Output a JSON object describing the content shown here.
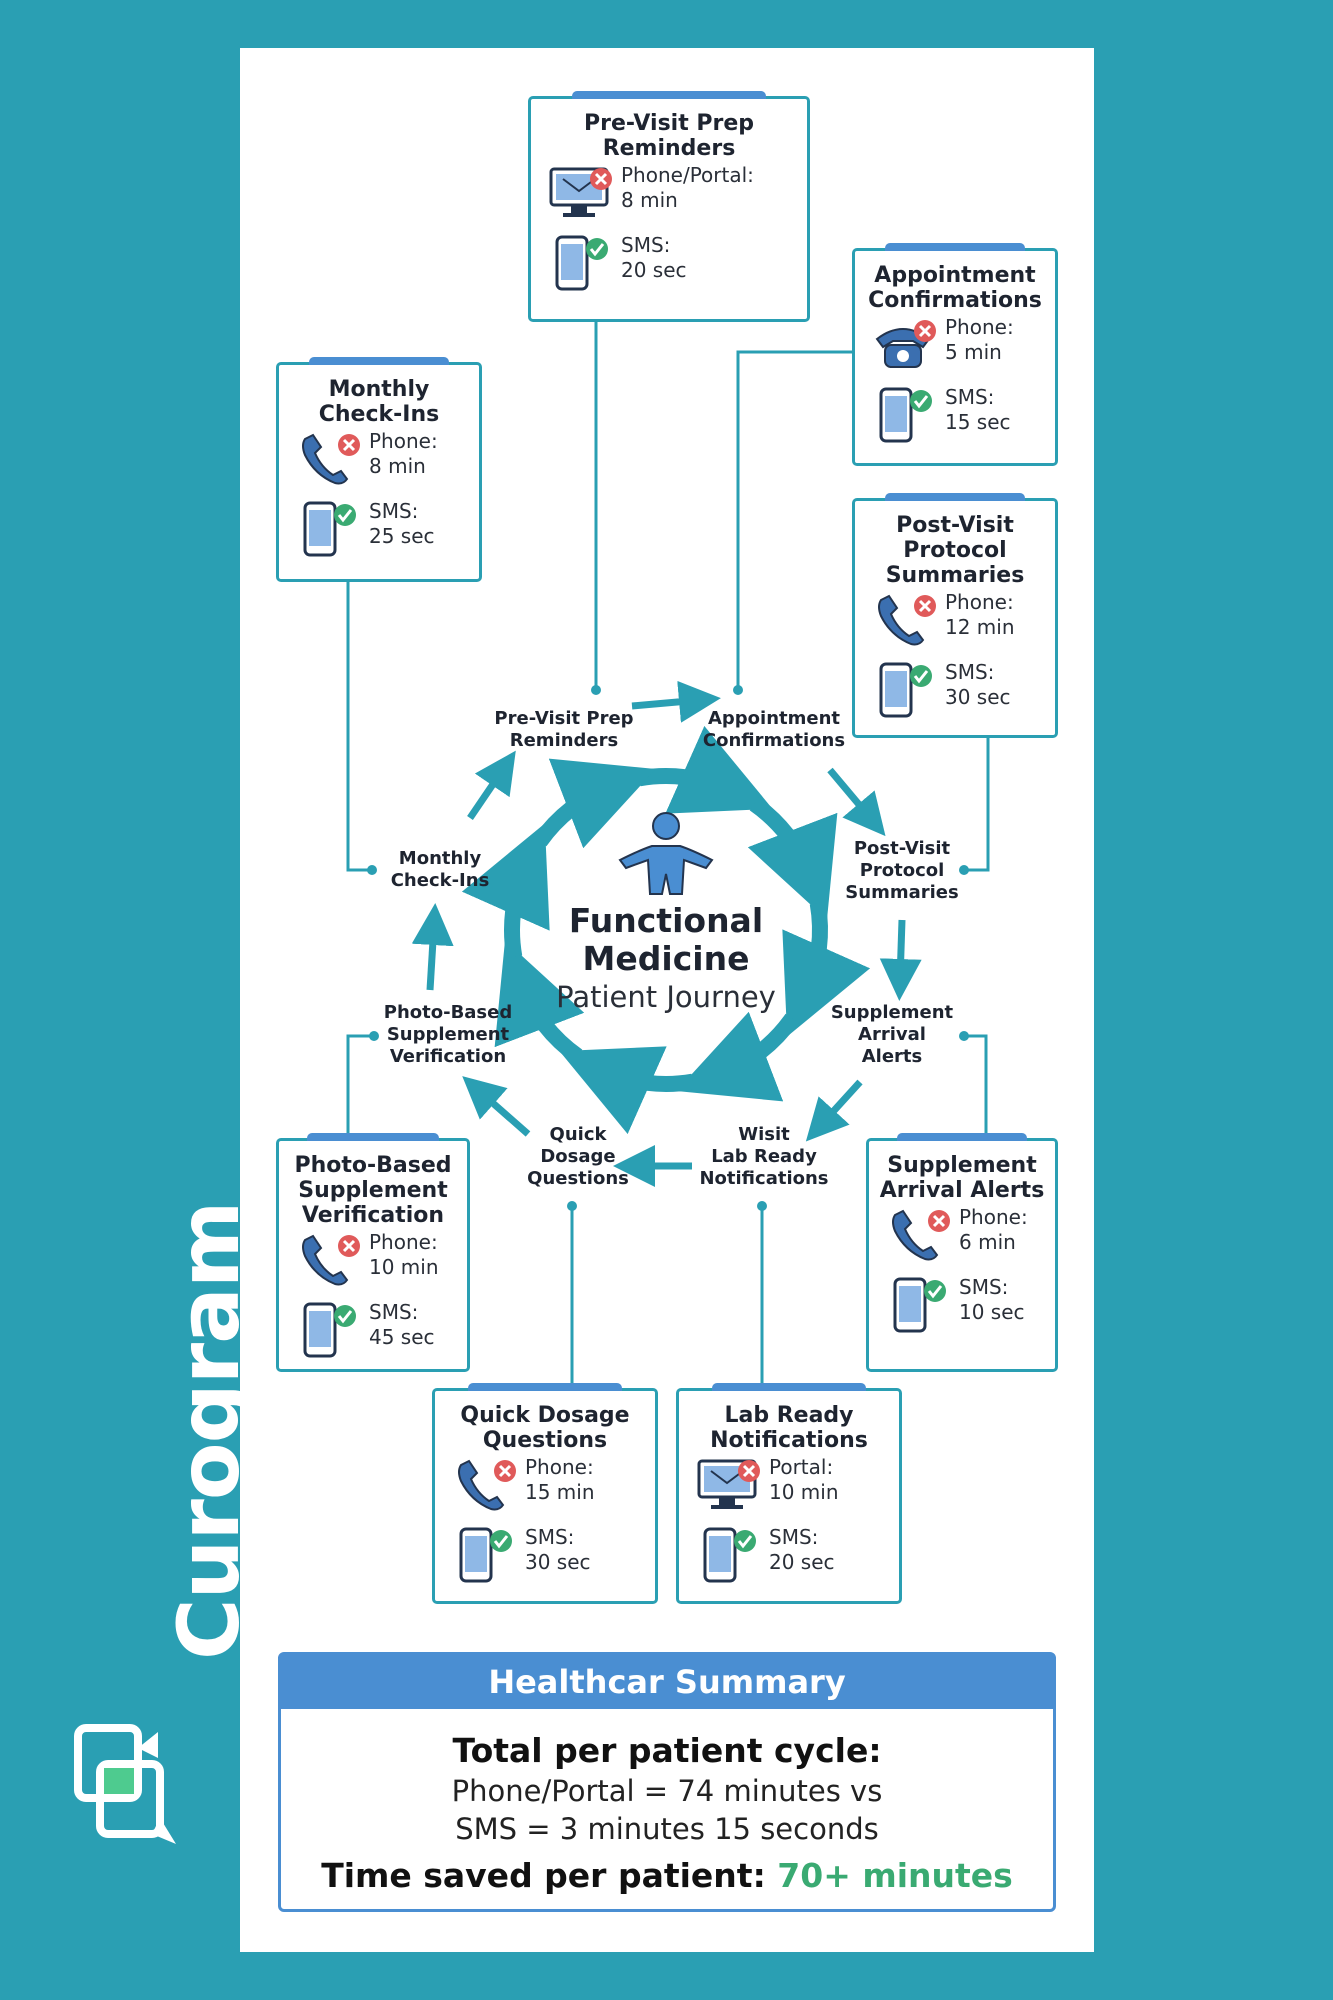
{
  "brand": {
    "name": "Curogram",
    "logo_icon": "chat-bubbles-icon"
  },
  "center": {
    "title": "Functional\nMedicine",
    "subtitle": "Patient Journey",
    "icon": "person-icon"
  },
  "cards": [
    {
      "key": "previsit",
      "title": "Pre-Visit Prep Reminders",
      "rows": [
        {
          "icon": "computer-icon",
          "status": "fail",
          "text": "Phone/Portal:\n8 min"
        },
        {
          "icon": "smartphone-icon",
          "status": "ok",
          "text": "SMS:\n20 sec"
        }
      ]
    },
    {
      "key": "appointment",
      "title": "Appointment Confirmations",
      "rows": [
        {
          "icon": "desk-phone-icon",
          "status": "fail",
          "text": "Phone:\n5 min"
        },
        {
          "icon": "smartphone-icon",
          "status": "ok",
          "text": "SMS:\n15 sec"
        }
      ]
    },
    {
      "key": "monthly",
      "title": "Monthly Check-Ins",
      "rows": [
        {
          "icon": "phone-handset-icon",
          "status": "fail",
          "text": "Phone:\n8 min"
        },
        {
          "icon": "smartphone-icon",
          "status": "ok",
          "text": "SMS:\n25 sec"
        }
      ]
    },
    {
      "key": "postvisit",
      "title": "Post-Visit Protocol Summaries",
      "rows": [
        {
          "icon": "phone-handset-icon",
          "status": "fail",
          "text": "Phone:\n12 min"
        },
        {
          "icon": "smartphone-icon",
          "status": "ok",
          "text": "SMS:\n30 sec"
        }
      ]
    },
    {
      "key": "photo",
      "title": "Photo-Based Supplement Verification",
      "rows": [
        {
          "icon": "phone-handset-icon",
          "status": "fail",
          "text": "Phone:\n10 min"
        },
        {
          "icon": "smartphone-icon",
          "status": "ok",
          "text": "SMS:\n45 sec"
        }
      ]
    },
    {
      "key": "supplement",
      "title": "Supplement Arrival Alerts",
      "rows": [
        {
          "icon": "phone-handset-icon",
          "status": "fail",
          "text": "Phone:\n6 min"
        },
        {
          "icon": "smartphone-icon",
          "status": "ok",
          "text": "SMS:\n10 sec"
        }
      ]
    },
    {
      "key": "quick",
      "title": "Quick Dosage Questions",
      "rows": [
        {
          "icon": "phone-handset-icon",
          "status": "fail",
          "text": "Phone:\n15 min"
        },
        {
          "icon": "smartphone-icon",
          "status": "ok",
          "text": "SMS:\n30 sec"
        }
      ]
    },
    {
      "key": "lab",
      "title": "Lab Ready Notifications",
      "rows": [
        {
          "icon": "computer-icon",
          "status": "fail",
          "text": "Portal:\n10 min"
        },
        {
          "icon": "smartphone-icon",
          "status": "ok",
          "text": "SMS:\n20 sec"
        }
      ]
    }
  ],
  "cycle_labels": [
    {
      "key": "previsit",
      "text": "Pre-Visit Prep\nReminders"
    },
    {
      "key": "appointment",
      "text": "Appointment\nConfirmations"
    },
    {
      "key": "postvisit",
      "text": "Post-Visit\nProtocol\nSummaries"
    },
    {
      "key": "supplement",
      "text": "Supplement\nArrival\nAlerts"
    },
    {
      "key": "lab",
      "text": "Wisit\nLab Ready\nNotifications"
    },
    {
      "key": "quick",
      "text": "Quick\nDosage\nQuestions"
    },
    {
      "key": "photo",
      "text": "Photo-Based\nSupplement\nVerification"
    },
    {
      "key": "monthly",
      "text": "Monthly\nCheck-Ins"
    }
  ],
  "summary": {
    "header": "Healthcar Summary",
    "line1": "Total per patient cycle:",
    "line2": "Phone/Portal = 74 minutes vs",
    "line3": "SMS = 3 minutes 15 seconds",
    "line4_label": "Time saved per patient: ",
    "line4_value": "70+ minutes"
  },
  "colors": {
    "background": "#2a9fb3",
    "teal": "#2a9fb3",
    "header_blue": "#4a8ed2",
    "ok_green": "#3aaa72",
    "fail_red": "#e05a5a",
    "icon_blue": "#3b6fb0"
  }
}
